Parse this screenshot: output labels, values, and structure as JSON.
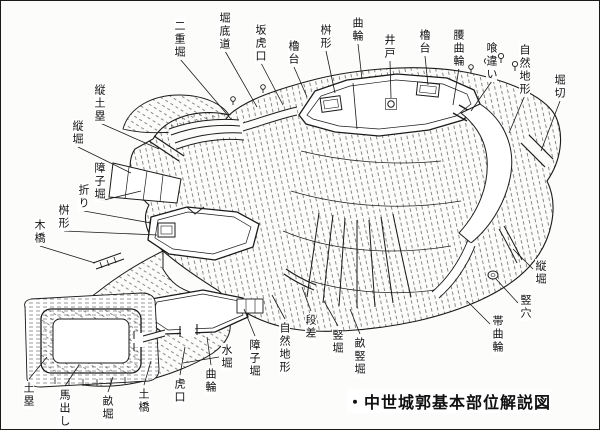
{
  "colors": {
    "ink": "#1a1a1a",
    "paper": "#fcfcfa"
  },
  "title": "・中世城郭基本部位解説図",
  "labels": [
    {
      "id": "nijuubori",
      "text": "二重堀"
    },
    {
      "id": "horisokomichi",
      "text": "堀底道"
    },
    {
      "id": "sakakoguchi",
      "text": "坂虎口"
    },
    {
      "id": "yaguradai-1",
      "text": "櫓台"
    },
    {
      "id": "masugata-1",
      "text": "桝形"
    },
    {
      "id": "kuruwa-1",
      "text": "曲輪"
    },
    {
      "id": "ido",
      "text": "井戸"
    },
    {
      "id": "yaguradai-2",
      "text": "櫓台"
    },
    {
      "id": "koshikuruwa",
      "text": "腰曲輪"
    },
    {
      "id": "kuichigai",
      "text": "喰違い"
    },
    {
      "id": "shizenchikei-1",
      "text": "自然地形"
    },
    {
      "id": "horikiri",
      "text": "堀切"
    },
    {
      "id": "tatedorui",
      "text": "縦土塁"
    },
    {
      "id": "tatebori-1",
      "text": "縦堀"
    },
    {
      "id": "shojibori-1",
      "text": "障子堀"
    },
    {
      "id": "ori",
      "text": "折り"
    },
    {
      "id": "masugata-2",
      "text": "桝形"
    },
    {
      "id": "kibashi",
      "text": "木橋"
    },
    {
      "id": "dorui",
      "text": "土塁"
    },
    {
      "id": "umadashi",
      "text": "馬出し"
    },
    {
      "id": "unebori",
      "text": "畝堀"
    },
    {
      "id": "dobashi",
      "text": "土橋"
    },
    {
      "id": "koguchi",
      "text": "虎口"
    },
    {
      "id": "kuruwa-2",
      "text": "曲輪"
    },
    {
      "id": "mizubori",
      "text": "水堀"
    },
    {
      "id": "shojibori-2",
      "text": "障子堀"
    },
    {
      "id": "shizenchikei-2",
      "text": "自然地形"
    },
    {
      "id": "dansa",
      "text": "段差"
    },
    {
      "id": "tatebori-2",
      "text": "竪堀"
    },
    {
      "id": "unetatebori",
      "text": "畝竪堀"
    },
    {
      "id": "tatebori-3",
      "text": "縦堀"
    },
    {
      "id": "tateana",
      "text": "竪穴"
    },
    {
      "id": "obikuruwa",
      "text": "帯曲輪"
    }
  ]
}
